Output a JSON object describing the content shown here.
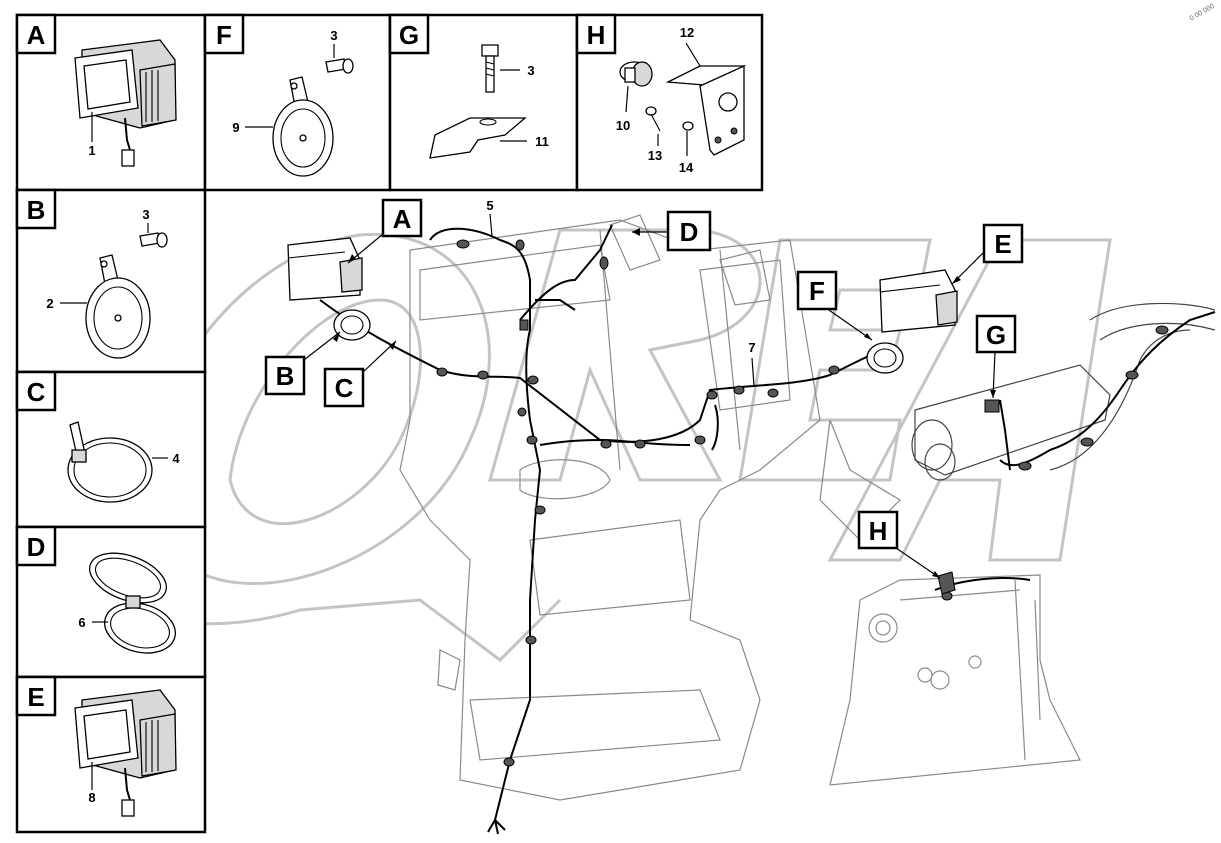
{
  "panels": {
    "A": {
      "label": "A",
      "part": "1"
    },
    "B": {
      "label": "B",
      "part_screw": "3",
      "part_horn": "2"
    },
    "C": {
      "label": "C",
      "part": "4"
    },
    "D": {
      "label": "D",
      "part": "6"
    },
    "E": {
      "label": "E",
      "part": "8"
    },
    "F": {
      "label": "F",
      "part_screw": "3",
      "part_horn": "9"
    },
    "G": {
      "label": "G",
      "part_bolt": "3",
      "part_bracket": "11"
    },
    "H": {
      "label": "H",
      "part_plate": "12",
      "part_cap": "10",
      "part_screw": "13",
      "part_washer": "14"
    }
  },
  "main": {
    "callouts": [
      "A",
      "B",
      "C",
      "D",
      "E",
      "F",
      "G",
      "H"
    ],
    "harness_numbers": {
      "n5": "5",
      "n7": "7"
    }
  },
  "corner_mark": "0 00 000"
}
